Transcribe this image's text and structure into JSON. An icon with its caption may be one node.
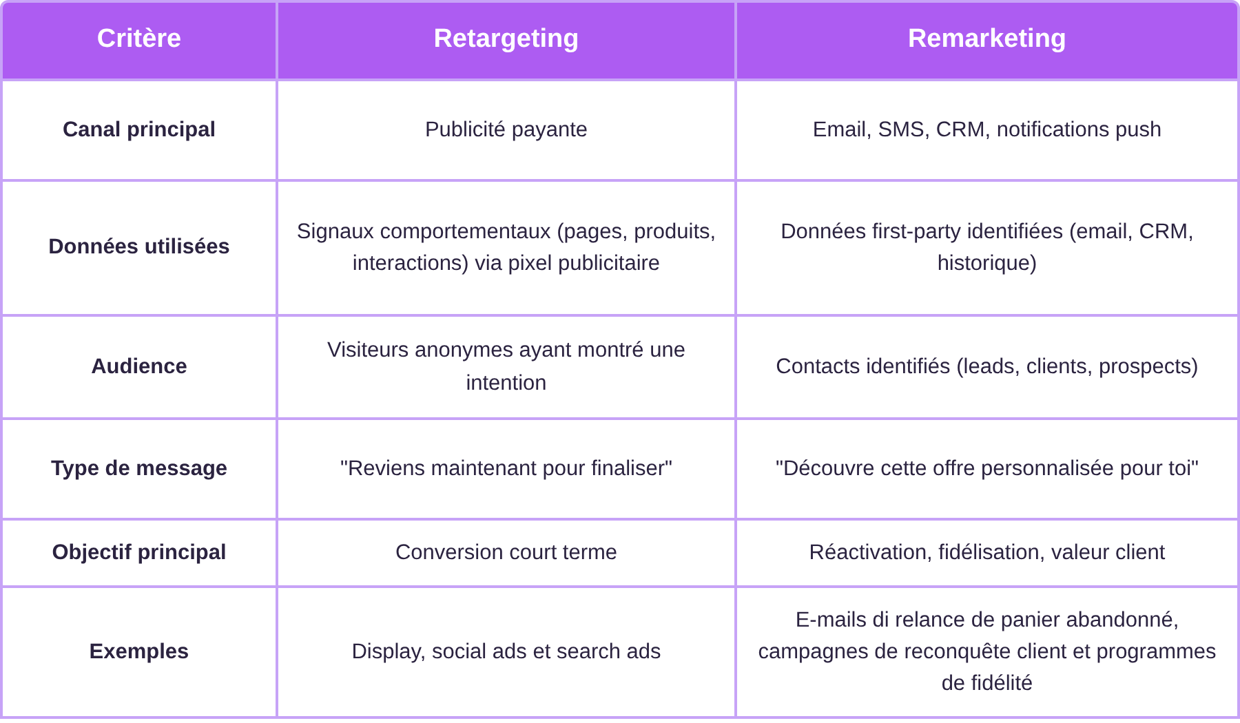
{
  "diagram": {
    "labels": [
      "Critère",
      "Retargeting",
      "Remarketing",
      "Canal principal",
      "Publicité payante",
      "Email, SMS, CRM, notifications push",
      "Données utilisées",
      "Signaux comportementaux (pages, produits, interactions) via pixel publicitaire",
      "Données first-party identifiées (email, CRM, historique)",
      "Audience",
      "Visiteurs anonymes ayant montré une intention",
      "Contacts identifiés (leads, clients, prospects)",
      "Type de message",
      "\"Reviens maintenant pour finaliser\"",
      "\"Découvre cette offre personnalisée pour toi\"",
      "Objectif principal",
      "Conversion court terme",
      "Réactivation, fidélisation, valeur client",
      "Exemples",
      "Display, social ads et search ads",
      "E-mails di relance de panier abandonné, campagnes de reconquête client et programmes de fidélité"
    ]
  }
}
